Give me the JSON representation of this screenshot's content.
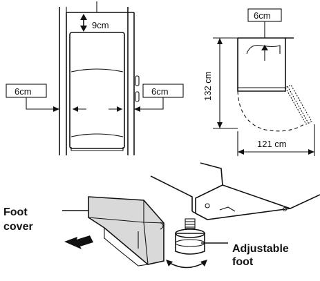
{
  "front_view": {
    "top_clearance_label": "9cm",
    "left_clearance_label": "6cm",
    "right_clearance_label": "6cm"
  },
  "top_view": {
    "back_clearance_label": "6cm",
    "depth_label": "132 cm",
    "width_label": "121 cm"
  },
  "foot_detail": {
    "foot_cover_label_line1": "Foot",
    "foot_cover_label_line2": "cover",
    "adjustable_foot_label_line1": "Adjustable",
    "adjustable_foot_label_line2": "foot"
  },
  "colors": {
    "line": "#111111",
    "cover_fill": "#d9d9d9",
    "background": "#ffffff"
  },
  "icons": [
    "double-headed-arrow-icon",
    "push-arrow-icon",
    "rotation-arrow-icon"
  ]
}
